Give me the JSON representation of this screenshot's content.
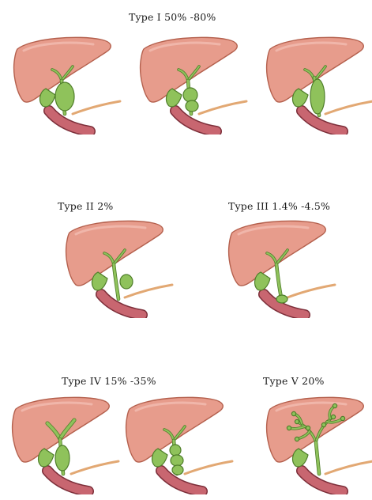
{
  "labels": {
    "type1": "Type I 50% -80%",
    "type2": "Type II 2%",
    "type3": "Type III 1.4% -4.5%",
    "type4": "Type IV 15% -35%",
    "type5": "Type V 20%"
  },
  "colors": {
    "liver_fill": "#e79c8c",
    "liver_stroke": "#b4604d",
    "duct_fill": "#8fc25b",
    "duct_stroke": "#4f7e2a",
    "duodenum_fill": "#c86670",
    "duodenum_stroke": "#7d2f3a",
    "pancreatic_duct": "#e2a873"
  },
  "figures": [
    {
      "id": "type1-a",
      "variant": "fusiform-large"
    },
    {
      "id": "type1-b",
      "variant": "segmental"
    },
    {
      "id": "type1-c",
      "variant": "fusiform-elongated"
    },
    {
      "id": "type2",
      "variant": "diverticulum"
    },
    {
      "id": "type3",
      "variant": "choledochocele"
    },
    {
      "id": "type4-a",
      "variant": "intrahepatic-extrahepatic"
    },
    {
      "id": "type4-b",
      "variant": "multiple-extrahepatic"
    },
    {
      "id": "type5",
      "variant": "intrahepatic-caroli"
    }
  ]
}
